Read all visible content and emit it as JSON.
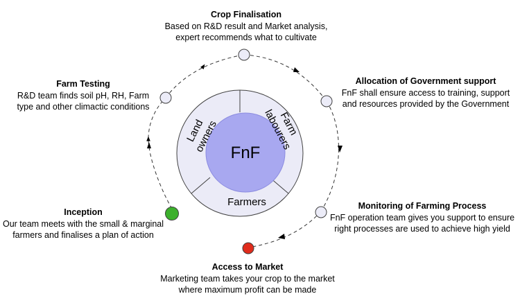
{
  "diagram": {
    "center_label": "FnF",
    "segments": {
      "land_owners": [
        "Land",
        "owners"
      ],
      "farm_labourers": [
        "Farm",
        "labourers"
      ],
      "farmers": "Farmers"
    },
    "steps": {
      "crop_finalisation": {
        "title": "Crop Finalisation",
        "desc": "Based on R&D result and Market analysis,\nexpert recommends what to cultivate"
      },
      "allocation": {
        "title": "Allocation of Government support",
        "desc": "FnF shall ensure access to training, support\nand resources provided by the Government"
      },
      "monitoring": {
        "title": "Monitoring of Farming Process",
        "desc": "FnF operation team gives you support to ensure\nright processes are used to achieve high yield"
      },
      "market": {
        "title": "Access to Market",
        "desc": "Marketing team takes your crop to the market\nwhere maximum profit can be made"
      },
      "inception": {
        "title": "Inception",
        "desc": "Our team meets with the small & marginal\nfarmers and finalises a plan of action"
      },
      "farm_testing": {
        "title": "Farm Testing",
        "desc": "R&D team finds soil pH, RH, Farm\ntype and other climactic conditions"
      }
    },
    "colors": {
      "ring_fill": "#ebebf7",
      "center_fill": "#a8a8f0",
      "node_fill": "#ececf8",
      "start_node": "#3cb02c",
      "end_node": "#e02c1c",
      "stroke": "#404040"
    }
  }
}
